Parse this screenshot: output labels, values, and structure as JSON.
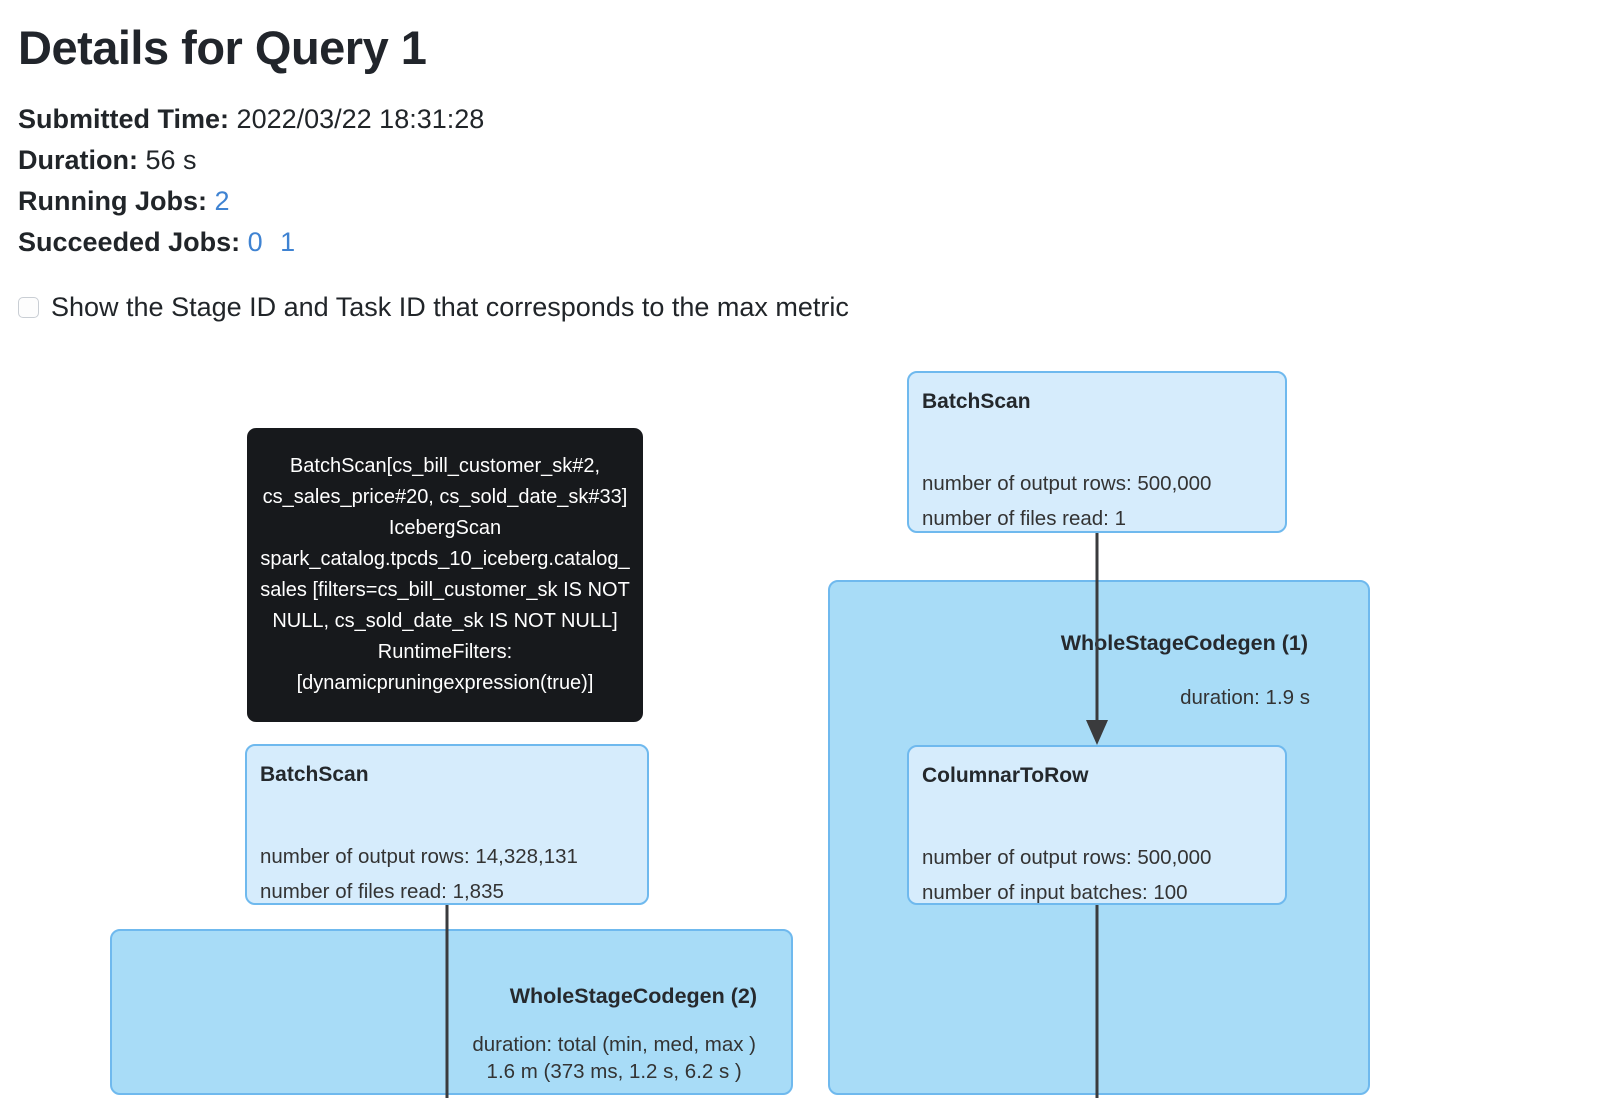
{
  "page": {
    "title": "Details for Query 1",
    "meta": [
      {
        "label": "Submitted Time:",
        "value": "2022/03/22 18:31:28"
      },
      {
        "label": "Duration:",
        "value": "56 s"
      },
      {
        "label": "Running Jobs:",
        "links": [
          "2"
        ]
      },
      {
        "label": "Succeeded Jobs:",
        "links": [
          "0",
          "1"
        ]
      }
    ],
    "checkbox": {
      "label": "Show the Stage ID and Task ID that corresponds to the max metric",
      "checked": false
    }
  },
  "plan": {
    "tooltip": {
      "text": "BatchScan[cs_bill_customer_sk#2, cs_sales_price#20, cs_sold_date_sk#33] IcebergScan spark_catalog.tpcds_10_iceberg.catalog_sales [filters=cs_bill_customer_sk IS NOT NULL, cs_sold_date_sk IS NOT NULL] RuntimeFilters: [dynamicpruningexpression(true)]"
    },
    "nodes": {
      "batchscan_left": {
        "title": "BatchScan",
        "metrics": [
          "number of output rows: 14,328,131",
          "number of files read: 1,835"
        ]
      },
      "batchscan_right": {
        "title": "BatchScan",
        "metrics": [
          "number of output rows: 500,000",
          "number of files read: 1"
        ]
      },
      "columnar_to_row": {
        "title": "ColumnarToRow",
        "metrics": [
          "number of output rows: 500,000",
          "number of input batches: 100"
        ]
      }
    },
    "clusters": {
      "wsc1": {
        "title": "WholeStageCodegen (1)",
        "duration_line1": "duration: 1.9 s",
        "duration_line2": ""
      },
      "wsc2": {
        "title": "WholeStageCodegen (2)",
        "duration_line1": "duration: total (min, med, max )",
        "duration_line2": "1.6 m (373 ms, 1.2 s, 6.2 s )"
      }
    },
    "colors": {
      "node_fill": "#d6ecfc",
      "node_border": "#6fb9ee",
      "cluster_fill": "#a8dcf7",
      "tooltip_bg": "#17191c",
      "link": "#3f83d2",
      "arrow": "#3a3b3d"
    }
  }
}
